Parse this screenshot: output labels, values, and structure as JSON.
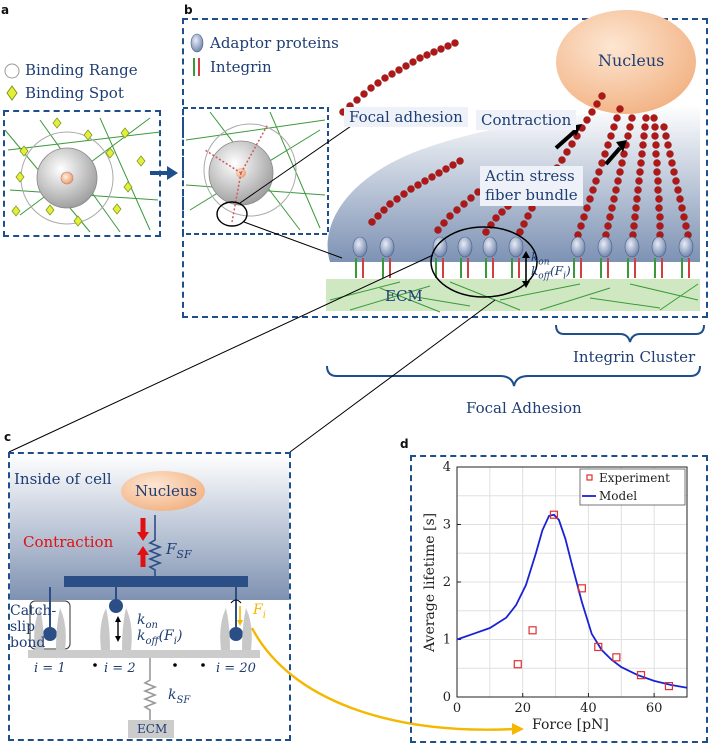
{
  "panels": {
    "a": "a",
    "b": "b",
    "c": "c",
    "d": "d"
  },
  "panel_a": {
    "legend_binding_range": "Binding Range",
    "legend_binding_spot": "Binding Spot"
  },
  "panel_b": {
    "legend_adaptor": "Adaptor proteins",
    "legend_integrin": "Integrin",
    "nucleus": "Nucleus",
    "focal_adhesion": "Focal adhesion",
    "contraction": "Contraction",
    "actin_line1": "Actin stress",
    "actin_line2": "fiber bundle",
    "k_on": "k",
    "k_on_sub": "on",
    "k_off": "k",
    "k_off_sub": "off",
    "k_off_arg": "(F",
    "k_off_arg_sub": "i",
    "k_off_close": ")",
    "ecm": "ECM",
    "integrin_cluster": "Integrin Cluster",
    "focal_adhesion_bottom": "Focal Adhesion"
  },
  "panel_c": {
    "inside_of_cell": "Inside of cell",
    "nucleus": "Nucleus",
    "contraction": "Contraction",
    "f_sf": "F",
    "f_sf_sub": "SF",
    "catch_slip_1": "Catch-",
    "catch_slip_2": "slip",
    "catch_slip_3": "bond",
    "k_on": "k",
    "k_on_sub": "on",
    "k_off": "k",
    "k_off_sub": "off",
    "k_off_arg": "(F",
    "k_off_arg_sub": "i",
    "k_off_close": ")",
    "f_i": "F",
    "f_i_sub": "i",
    "i1": "i = 1",
    "i2": "i = 2",
    "i20": "i = 20",
    "k_sf": "k",
    "k_sf_sub": "SF",
    "ecm": "ECM"
  },
  "chart_data": {
    "type": "line",
    "xlabel": "Force [pN]",
    "ylabel": "Average lifetime [s]",
    "xlim": [
      0,
      70
    ],
    "ylim": [
      0,
      4
    ],
    "xticks": [
      0,
      20,
      40,
      60
    ],
    "yticks": [
      0,
      1,
      2,
      3,
      4
    ],
    "grid": true,
    "legend_position": "top-right",
    "series": [
      {
        "name": "Experiment",
        "kind": "scatter",
        "color": "#e03030",
        "x": [
          18.5,
          23,
          29.5,
          38,
          43,
          48.5,
          56,
          64.5
        ],
        "y": [
          0.57,
          1.16,
          3.17,
          1.89,
          0.87,
          0.69,
          0.38,
          0.19
        ]
      },
      {
        "name": "Model",
        "kind": "line",
        "color": "#1a22d6",
        "x": [
          0,
          5,
          10,
          15,
          18,
          21,
          24,
          26,
          28,
          29.5,
          31,
          33,
          35,
          38,
          41,
          44,
          47,
          50,
          55,
          60,
          65,
          70
        ],
        "y": [
          1.0,
          1.1,
          1.2,
          1.38,
          1.6,
          1.95,
          2.5,
          2.9,
          3.15,
          3.17,
          3.08,
          2.75,
          2.3,
          1.65,
          1.1,
          0.82,
          0.65,
          0.52,
          0.38,
          0.28,
          0.21,
          0.16
        ]
      }
    ]
  },
  "colors": {
    "frame": "#1f4e8c",
    "text_blue": "#1f3e73",
    "actin_red": "#b01818",
    "nucleus": "#f7c39d",
    "ecm_green": "#5fae4a",
    "contraction_red": "#e01010",
    "arrow_yellow": "#f5b800"
  }
}
